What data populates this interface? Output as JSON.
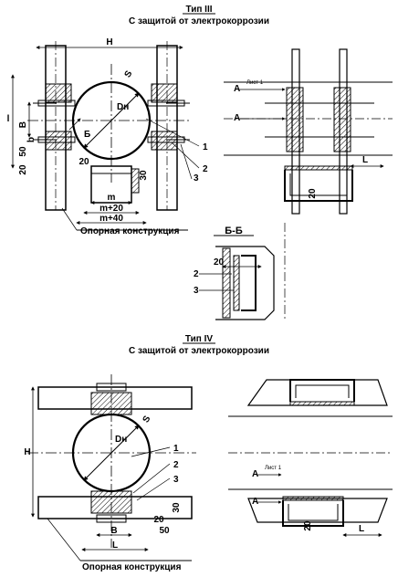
{
  "type3": {
    "title": "Тип III",
    "subtitle": "С защитой от электрокоррозии",
    "dims": {
      "H": "H",
      "l": "l",
      "B": "B",
      "b": "b",
      "fifty": "50",
      "twenty_left": "20",
      "twenty_mid": "20",
      "thirty": "30",
      "m": "m",
      "m20": "m+20",
      "m40": "m+40",
      "S": "S",
      "D": "Dн",
      "B_arrow": "Б",
      "L": "L",
      "twenty_right": "20"
    },
    "callouts": {
      "c1": "1",
      "c2": "2",
      "c3": "3",
      "A": "A",
      "A2": "A",
      "list": "Лист 1"
    },
    "support_label": "Опорная конструкция"
  },
  "section_bb": {
    "title": "Б-Б",
    "dims": {
      "twenty": "20"
    },
    "callouts": {
      "c2": "2",
      "c3": "3"
    }
  },
  "type4": {
    "title": "Тип IV",
    "subtitle": "С защитой от электрокоррозии",
    "dims": {
      "H": "H",
      "S": "S",
      "D": "Dн",
      "B": "B",
      "L": "L",
      "twenty": "20",
      "fifty": "50",
      "thirty": "30",
      "L_right": "L",
      "twenty_right": "20"
    },
    "callouts": {
      "c1": "1",
      "c2": "2",
      "c3": "3",
      "A": "A",
      "A2": "A",
      "list": "Лист 1"
    },
    "support_label": "Опорная конструкция"
  }
}
